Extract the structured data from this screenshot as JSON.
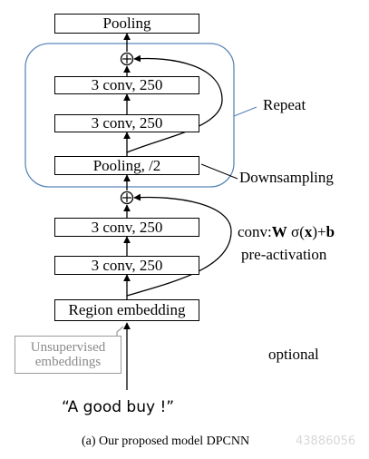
{
  "layers": {
    "pooling_top": "Pooling",
    "conv_a1": "3 conv, 250",
    "conv_a2": "3 conv, 250",
    "pooling_half": "Pooling, /2",
    "conv_b1": "3 conv, 250",
    "conv_b2": "3 conv, 250",
    "region_embedding": "Region embedding"
  },
  "unsupervised": {
    "line1": "Unsupervised",
    "line2": "embeddings"
  },
  "annotations": {
    "repeat": "Repeat",
    "downsampling": "Downsampling",
    "conv_prefix": "conv:",
    "conv_W": "W",
    "conv_sigma": " σ(",
    "conv_x": "x",
    "conv_plus": ")+",
    "conv_b": "b",
    "pre_activation": "pre-activation",
    "optional": "optional"
  },
  "input_text": "“A good buy !”",
  "caption": "(a)  Our proposed model DPCNN",
  "watermark": "43886056",
  "colors": {
    "repeat_box": "#5b87b8",
    "unsupervised": "#9a9a9a",
    "line": "#000000"
  }
}
